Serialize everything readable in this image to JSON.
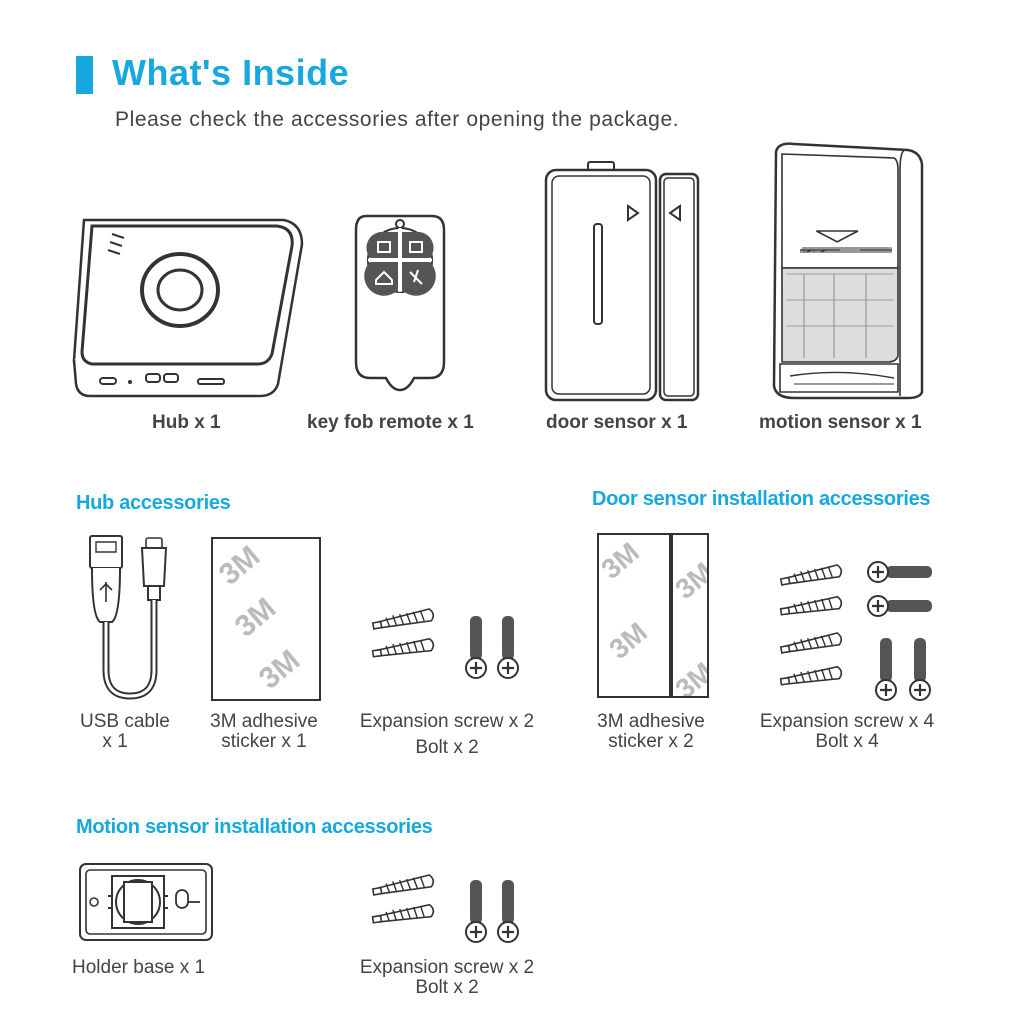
{
  "header": {
    "title": "What's Inside",
    "subtitle": "Please check the accessories after opening the package.",
    "accent_color": "#18a8e0"
  },
  "main_items": [
    {
      "label": "Hub x 1",
      "icon": "hub-icon"
    },
    {
      "label": "key fob remote x 1",
      "icon": "key-fob-remote-icon"
    },
    {
      "label": "door sensor x 1",
      "icon": "door-sensor-icon"
    },
    {
      "label": "motion sensor x 1",
      "icon": "motion-sensor-icon"
    }
  ],
  "hub_accessories": {
    "title": "Hub accessories",
    "items": [
      {
        "lines": [
          "USB cable",
          "x 1"
        ],
        "icon": "usb-cable-icon"
      },
      {
        "lines": [
          "3M adhesive",
          "sticker x 1"
        ],
        "icon": "adhesive-sticker-icon",
        "text": "3M"
      },
      {
        "lines": [
          "Expansion screw x 2",
          "Bolt x 2"
        ],
        "icon": "screw-set-icon"
      }
    ]
  },
  "door_accessories": {
    "title": "Door sensor  installation accessories",
    "items": [
      {
        "lines": [
          "3M adhesive",
          "sticker x 2"
        ],
        "icon": "adhesive-sticker-pair-icon",
        "text": "3M"
      },
      {
        "lines": [
          "Expansion screw x 4",
          "Bolt x 4"
        ],
        "icon": "screw-set-large-icon"
      }
    ]
  },
  "motion_accessories": {
    "title": "Motion sensor installation accessories",
    "items": [
      {
        "lines": [
          "Holder base x 1"
        ],
        "icon": "holder-base-icon"
      },
      {
        "lines": [
          "Expansion screw x 2",
          "Bolt x 2"
        ],
        "icon": "screw-set-icon"
      }
    ]
  },
  "sticker_mark": "3M"
}
